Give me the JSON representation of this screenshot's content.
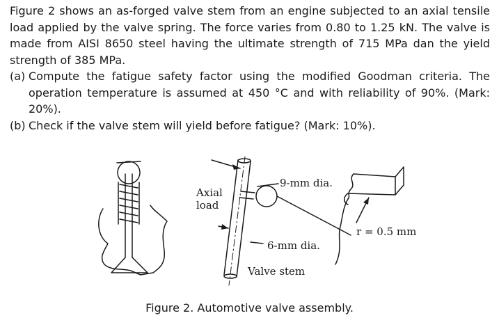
{
  "problem": {
    "intro": "Figure 2 shows an as-forged valve stem from an engine subjected to an axial tensile load applied by the valve spring. The force varies from 0.80 to 1.25 kN. The valve is made from AISI 8650 steel having the ultimate strength of 715 MPa dan the yield strength of 385 MPa.",
    "part_a": {
      "label": "(a)",
      "text": "Compute the fatigue safety factor using the modified Goodman criteria. The operation temperature is assumed at 450 °C and with reliability of 90%. (Mark: 20%)."
    },
    "part_b": {
      "label": "(b)",
      "text": "Check if the valve stem will yield before fatigue? (Mark: 10%)."
    }
  },
  "figure": {
    "labels": {
      "axial": "Axial",
      "load": "load",
      "nine_mm": "9-mm dia.",
      "six_mm": "6-mm dia.",
      "valve_stem": "Valve stem",
      "radius": "r = 0.5 mm"
    },
    "caption": "Figure 2. Automotive valve assembly."
  }
}
